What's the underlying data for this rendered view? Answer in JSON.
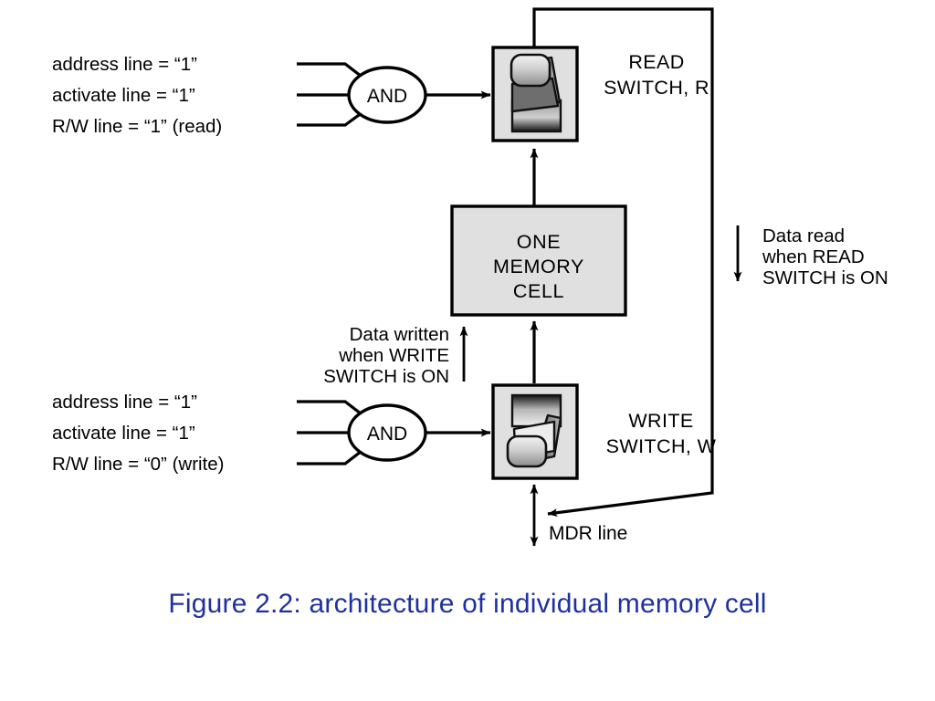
{
  "figure": {
    "caption": "Figure 2.2: architecture of individual memory cell",
    "caption_color": "#1f31a0"
  },
  "read_path": {
    "inputs": [
      "address line = “1”",
      "activate line = “1”",
      "R/W line = “1” (read)"
    ],
    "gate_label": "AND",
    "switch_label_line1": "READ",
    "switch_label_line2": "SWITCH, R",
    "note": [
      "Data read",
      "when READ",
      "SWITCH is ON"
    ]
  },
  "write_path": {
    "inputs": [
      "address line = “1”",
      "activate line = “1”",
      "R/W line = “0” (write)"
    ],
    "gate_label": "AND",
    "switch_label_line1": "WRITE",
    "switch_label_line2": "SWITCH, W",
    "note": [
      "Data written",
      "when WRITE",
      "SWITCH is ON"
    ]
  },
  "memory_cell": {
    "line1": "ONE",
    "line2": "MEMORY",
    "line3": "CELL"
  },
  "bus": {
    "mdr_label": "MDR line"
  },
  "colors": {
    "box_fill": "#e0e0e0",
    "stroke": "#000000",
    "background": "#ffffff"
  }
}
